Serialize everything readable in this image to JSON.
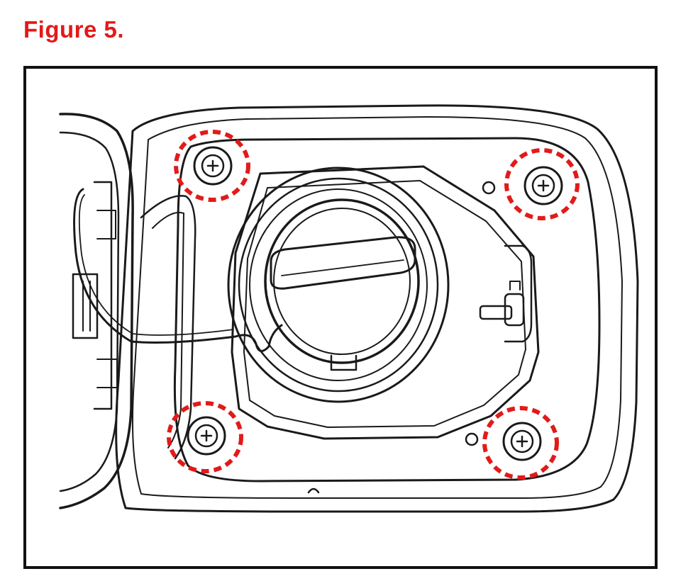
{
  "figure": {
    "title": "Figure 5."
  },
  "illustration": {
    "subject": "fuel-door-housing",
    "highlight_color": "#e21a1a",
    "line_color": "#1a1a1a",
    "highlighted_screws": [
      "top-left",
      "top-right",
      "bottom-left",
      "bottom-right"
    ]
  }
}
